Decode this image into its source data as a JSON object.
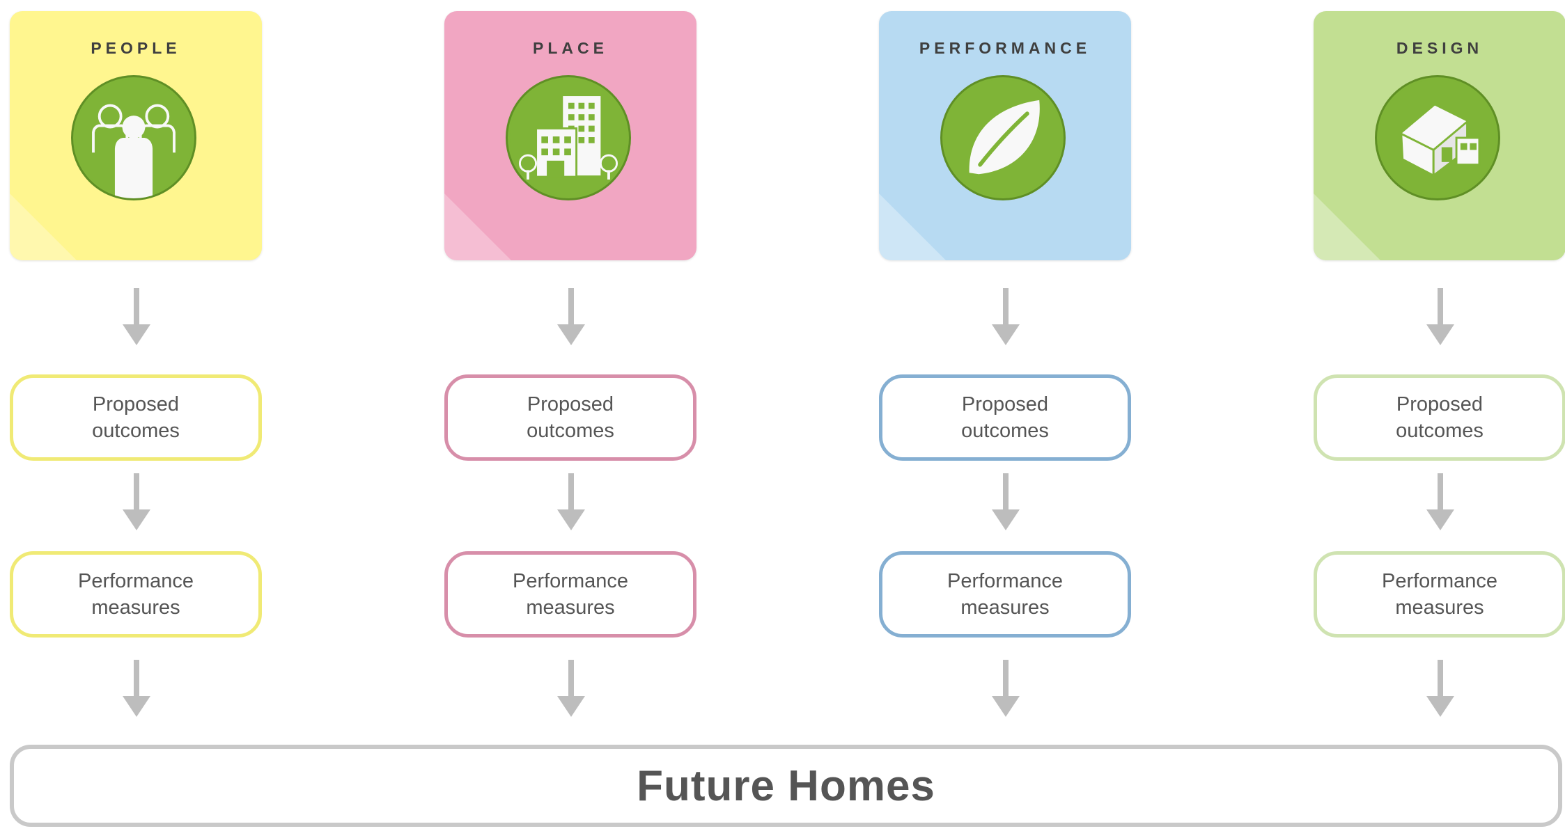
{
  "columns": [
    {
      "title": "PEOPLE",
      "icon": "people-group-icon",
      "card_color": "#fff68f",
      "accent": "#f0ea75",
      "stage_labels": [
        "Proposed\noutcomes",
        "Performance\nmeasures"
      ]
    },
    {
      "title": "PLACE",
      "icon": "buildings-icon",
      "card_color": "#f1a6c2",
      "accent": "#d78ea9",
      "stage_labels": [
        "Proposed\noutcomes",
        "Performance\nmeasures"
      ]
    },
    {
      "title": "PERFORMANCE",
      "icon": "leaf-icon",
      "card_color": "#b7daf2",
      "accent": "#85afd2",
      "stage_labels": [
        "Proposed\noutcomes",
        "Performance\nmeasures"
      ]
    },
    {
      "title": "DESIGN",
      "icon": "house-icon",
      "card_color": "#c2df92",
      "accent": "#cfe3b1",
      "stage_labels": [
        "Proposed\noutcomes",
        "Performance\nmeasures"
      ]
    }
  ],
  "footer": {
    "label": "Future Homes"
  },
  "colors": {
    "badge_green": "#7fb437",
    "arrow_gray": "#bdbdbd",
    "footer_border": "#c9c9c9",
    "text_gray": "#555555"
  }
}
